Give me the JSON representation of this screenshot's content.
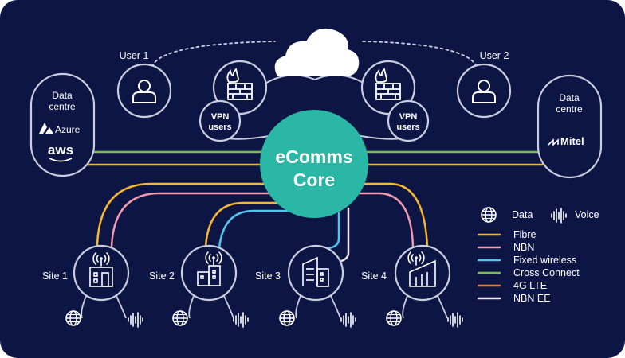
{
  "colors": {
    "background": "#0d1545",
    "core": "#2bb7a6",
    "outline": "#c9cede",
    "fibre": "#f5b82e",
    "nbn": "#f29aae",
    "fixed_wireless": "#52c6f0",
    "cross_connect": "#7cc04b",
    "lte": "#f0832b",
    "nbn_ee": "#f3e6f2"
  },
  "core": {
    "line1": "eComms",
    "line2": "Core"
  },
  "users": [
    {
      "label": "User 1",
      "icon": "user-icon"
    },
    {
      "label": "User 2",
      "icon": "user-icon"
    }
  ],
  "vpn": [
    {
      "line1": "VPN",
      "line2": "users",
      "icon": "firewall-icon"
    },
    {
      "line1": "VPN",
      "line2": "users",
      "icon": "firewall-icon"
    }
  ],
  "cloud": {
    "icon": "cloud-icon"
  },
  "data_centres": [
    {
      "line1": "Data",
      "line2": "centre",
      "providers": [
        "Azure",
        "aws"
      ]
    },
    {
      "line1": "Data",
      "line2": "centre",
      "providers": [
        "Mitel"
      ]
    }
  ],
  "sites": [
    {
      "label": "Site 1",
      "icon": "building-small-icon"
    },
    {
      "label": "Site 2",
      "icon": "building-medium-icon"
    },
    {
      "label": "Site 3",
      "icon": "office-tower-icon"
    },
    {
      "label": "Site 4",
      "icon": "warehouse-icon"
    }
  ],
  "legend": {
    "data_label": "Data",
    "voice_label": "Voice",
    "items": [
      {
        "label": "Fibre",
        "color": "#f5b82e"
      },
      {
        "label": "NBN",
        "color": "#f29aae"
      },
      {
        "label": "Fixed wireless",
        "color": "#52c6f0"
      },
      {
        "label": "Cross Connect",
        "color": "#7cc04b"
      },
      {
        "label": "4G LTE",
        "color": "#f0832b"
      },
      {
        "label": "NBN EE",
        "color": "#f3e6f2"
      }
    ]
  }
}
